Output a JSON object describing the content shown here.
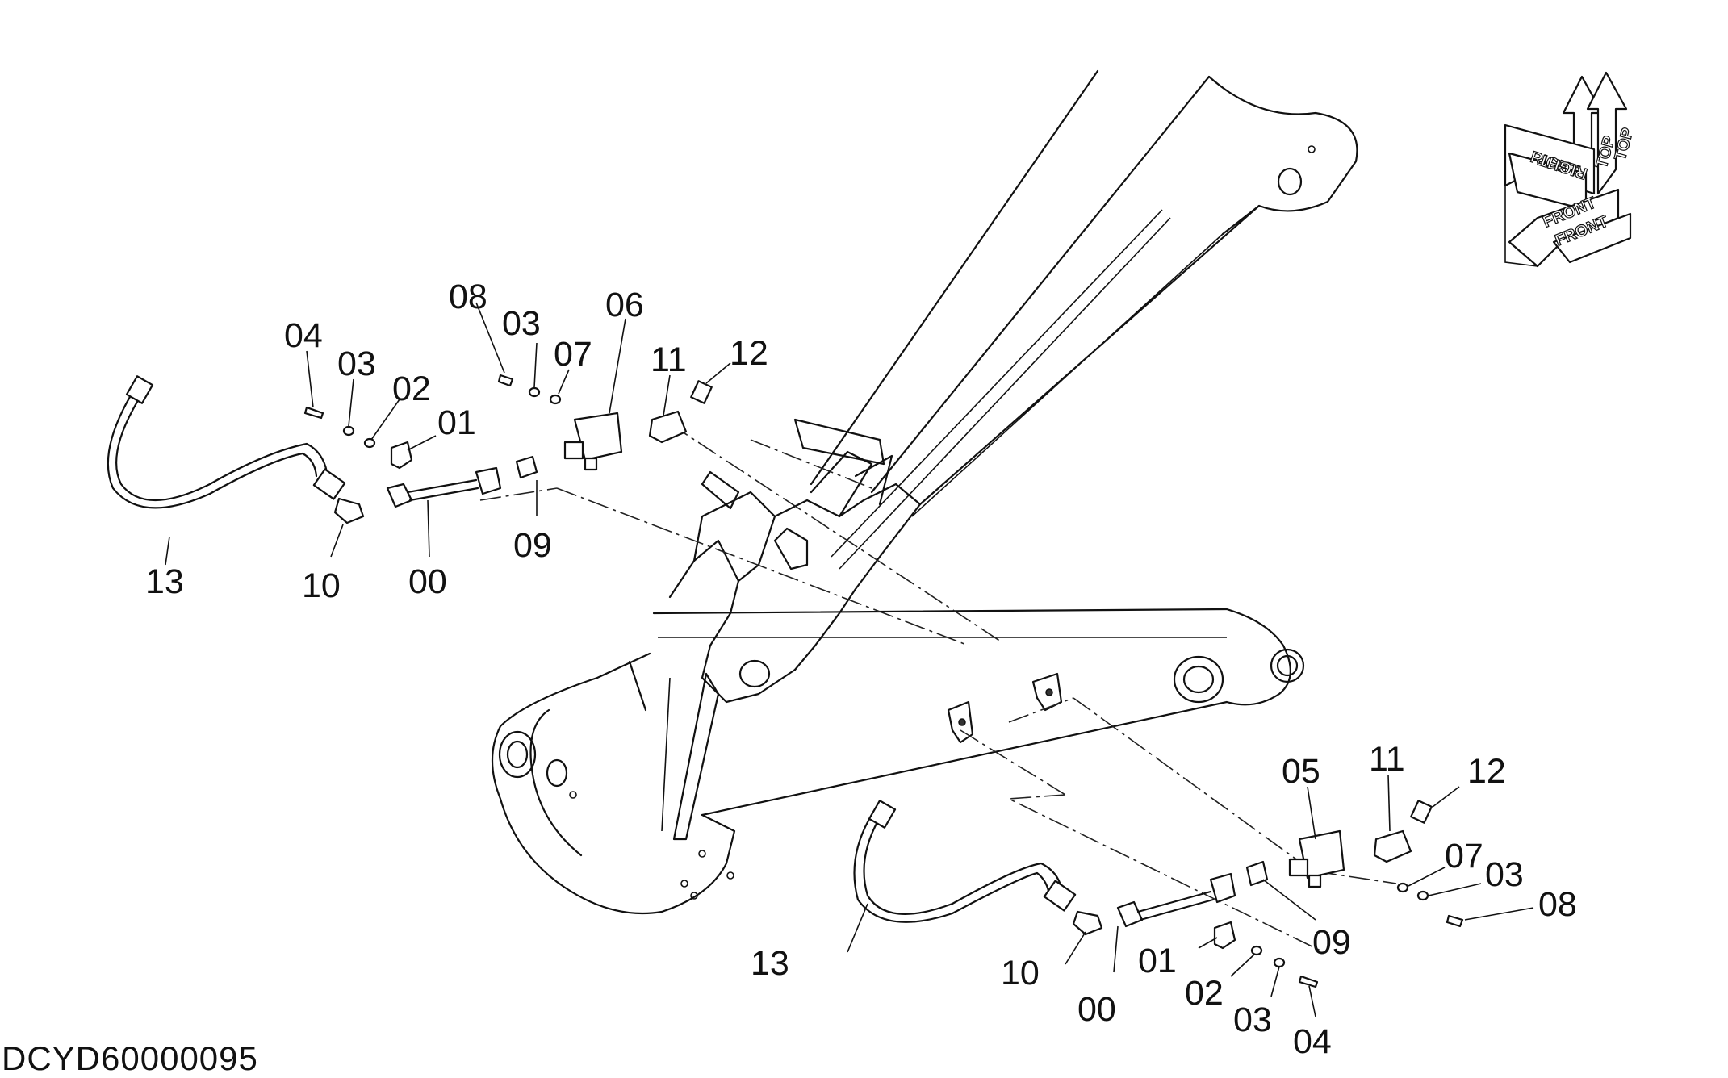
{
  "diagram": {
    "document_code": "DCYD60000095",
    "orientation_labels": {
      "top_a": "TOP",
      "top_b": "TOP",
      "right_a": "RIGHT",
      "right_b": "RIGHT",
      "front_a": "FRONT",
      "front_b": "FRONT"
    },
    "callouts_upper": {
      "p00": "00",
      "p01": "01",
      "p02": "02",
      "p03a": "03",
      "p03b": "03",
      "p04": "04",
      "p06": "06",
      "p07": "07",
      "p08": "08",
      "p09": "09",
      "p10": "10",
      "p11": "11",
      "p12": "12",
      "p13": "13"
    },
    "callouts_lower": {
      "p00": "00",
      "p01": "01",
      "p02": "02",
      "p03a": "03",
      "p03b": "03",
      "p04": "04",
      "p05": "05",
      "p07": "07",
      "p08": "08",
      "p09": "09",
      "p10": "10",
      "p11": "11",
      "p12": "12",
      "p13": "13"
    }
  }
}
